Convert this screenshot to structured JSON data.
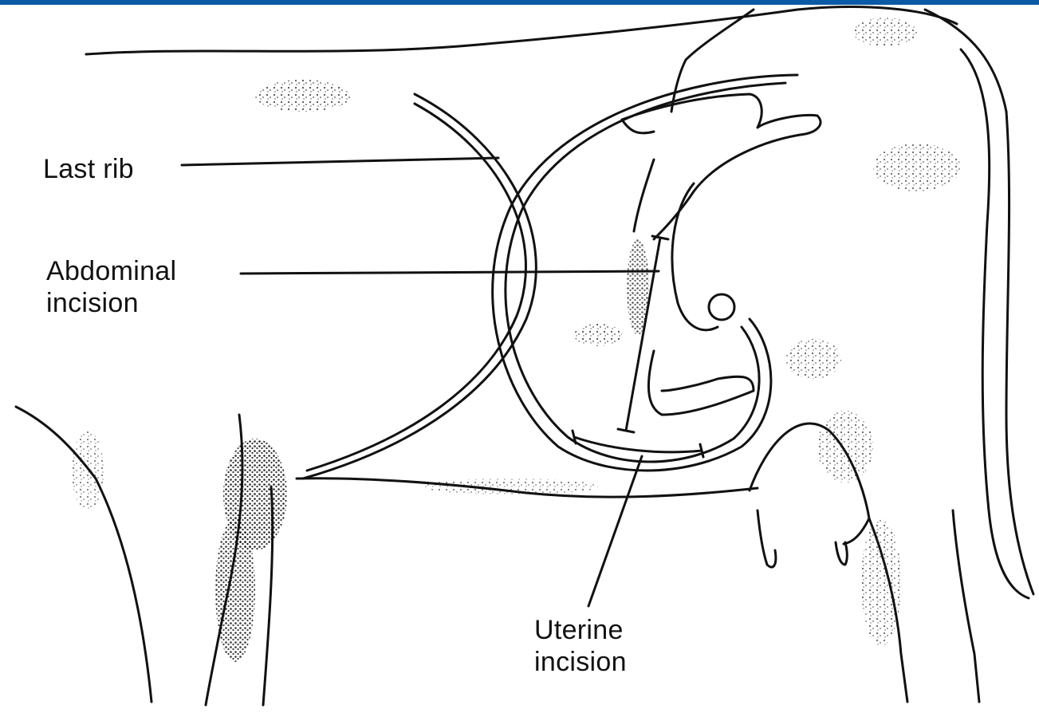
{
  "frame": {
    "accent_color": "#0a5aa6"
  },
  "labels": {
    "last_rib": "Last rib",
    "abdominal_line1": "Abdominal",
    "abdominal_line2": "incision",
    "uterine_line1": "Uterine",
    "uterine_line2": "incision"
  }
}
